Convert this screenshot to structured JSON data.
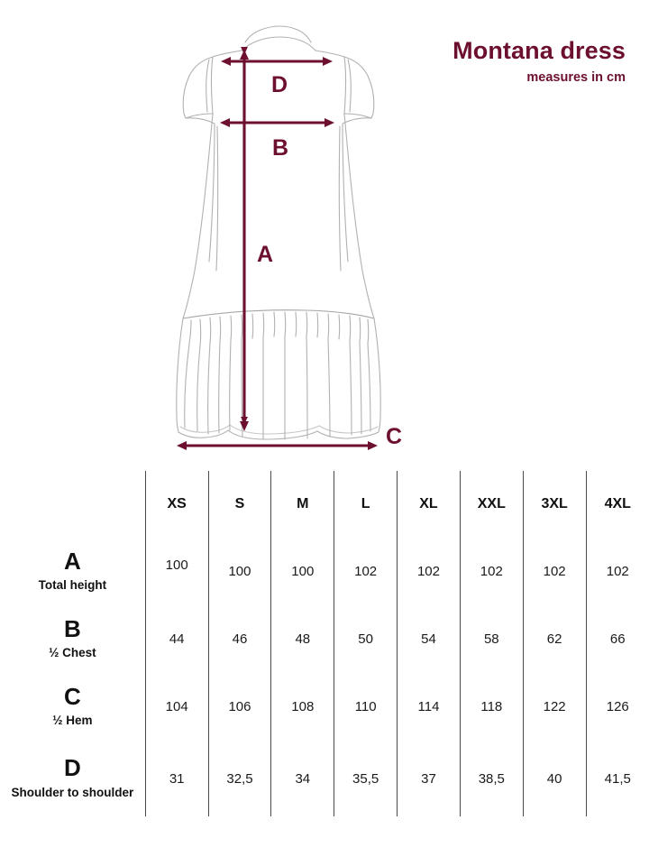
{
  "header": {
    "title": "Montana dress",
    "subtitle": "measures in cm",
    "accent_color": "#6d1030"
  },
  "illustration": {
    "garment": "dress-technical-flat-sketch",
    "outline_color": "#b3b0b0",
    "arrow_color": "#6d1030",
    "labels": {
      "a": "A",
      "b": "B",
      "c": "C",
      "d": "D"
    }
  },
  "table": {
    "sizes": [
      "XS",
      "S",
      "M",
      "L",
      "XL",
      "XXL",
      "3XL",
      "4XL"
    ],
    "rows": [
      {
        "letter": "A",
        "description": "Total height",
        "values": [
          "100",
          "100",
          "100",
          "102",
          "102",
          "102",
          "102",
          "102"
        ]
      },
      {
        "letter": "B",
        "description": "½ Chest",
        "values": [
          "44",
          "46",
          "48",
          "50",
          "54",
          "58",
          "62",
          "66"
        ]
      },
      {
        "letter": "C",
        "description": "½ Hem",
        "values": [
          "104",
          "106",
          "108",
          "110",
          "114",
          "118",
          "122",
          "126"
        ]
      },
      {
        "letter": "D",
        "description": "Shoulder to shoulder",
        "values": [
          "31",
          "32,5",
          "34",
          "35,5",
          "37",
          "38,5",
          "40",
          "41,5"
        ]
      }
    ]
  }
}
